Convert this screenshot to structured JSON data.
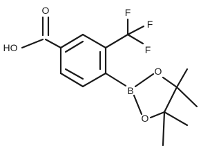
{
  "molecule": {
    "atoms": {
      "acid_hydroxyl": "HO",
      "acid_carbonyl_oxygen": "O",
      "fluorine_top": "F",
      "fluorine_right": "F",
      "fluorine_bottom": "F",
      "boron": "B",
      "ester_oxygen_upper": "O",
      "ester_oxygen_lower": "O"
    }
  }
}
